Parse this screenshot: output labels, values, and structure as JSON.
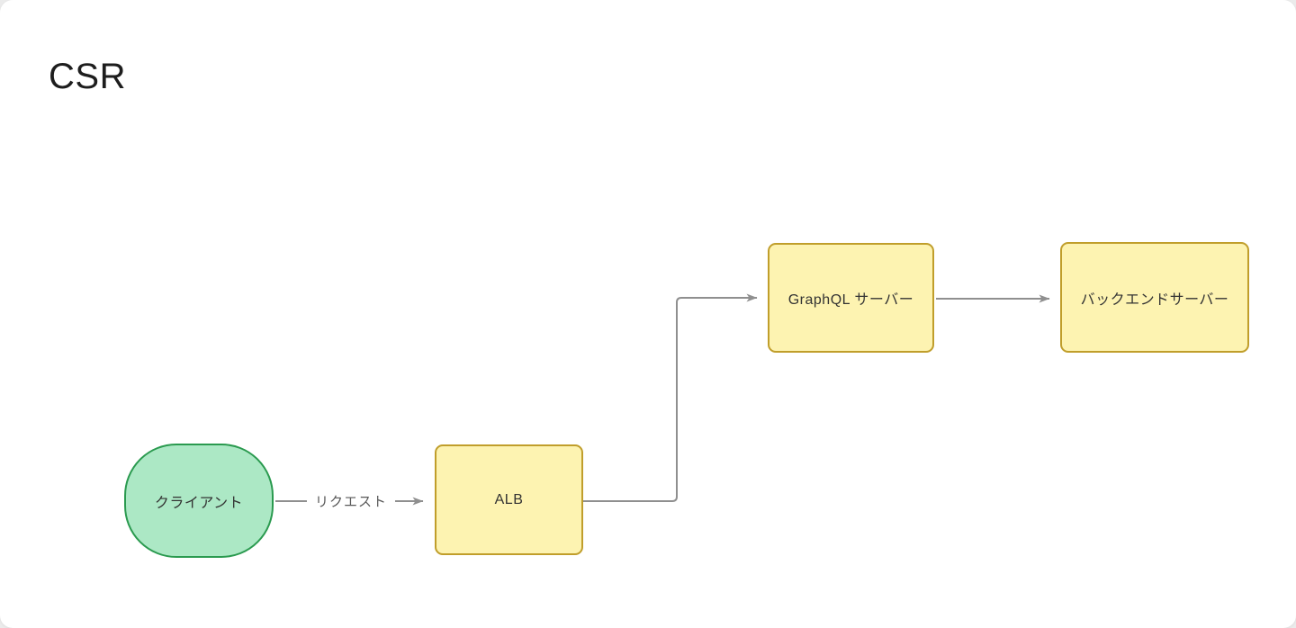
{
  "page": {
    "title": "CSR"
  },
  "diagram": {
    "nodes": [
      {
        "id": "client",
        "label": "クライアント",
        "shape": "stadium",
        "fill": "#ace8c5",
        "stroke": "#2a9a4f"
      },
      {
        "id": "alb",
        "label": "ALB",
        "shape": "rounded-rect",
        "fill": "#fdf3b1",
        "stroke": "#c09e2b"
      },
      {
        "id": "graphql",
        "label": "GraphQL サーバー",
        "shape": "rounded-rect",
        "fill": "#fdf3b1",
        "stroke": "#c09e2b"
      },
      {
        "id": "backend",
        "label": "バックエンドサーバー",
        "shape": "rounded-rect",
        "fill": "#fdf3b1",
        "stroke": "#c09e2b"
      }
    ],
    "edges": [
      {
        "from": "client",
        "to": "alb",
        "label": "リクエスト",
        "style": "arrow"
      },
      {
        "from": "alb",
        "to": "graphql",
        "label": "",
        "style": "arrow-elbow"
      },
      {
        "from": "graphql",
        "to": "backend",
        "label": "",
        "style": "arrow"
      }
    ],
    "colors": {
      "edge": "#8f8f8f",
      "node_text": "#333333",
      "edge_label_text": "#595959",
      "canvas_background": "#ffffff",
      "page_background": "#ebebeb"
    }
  }
}
